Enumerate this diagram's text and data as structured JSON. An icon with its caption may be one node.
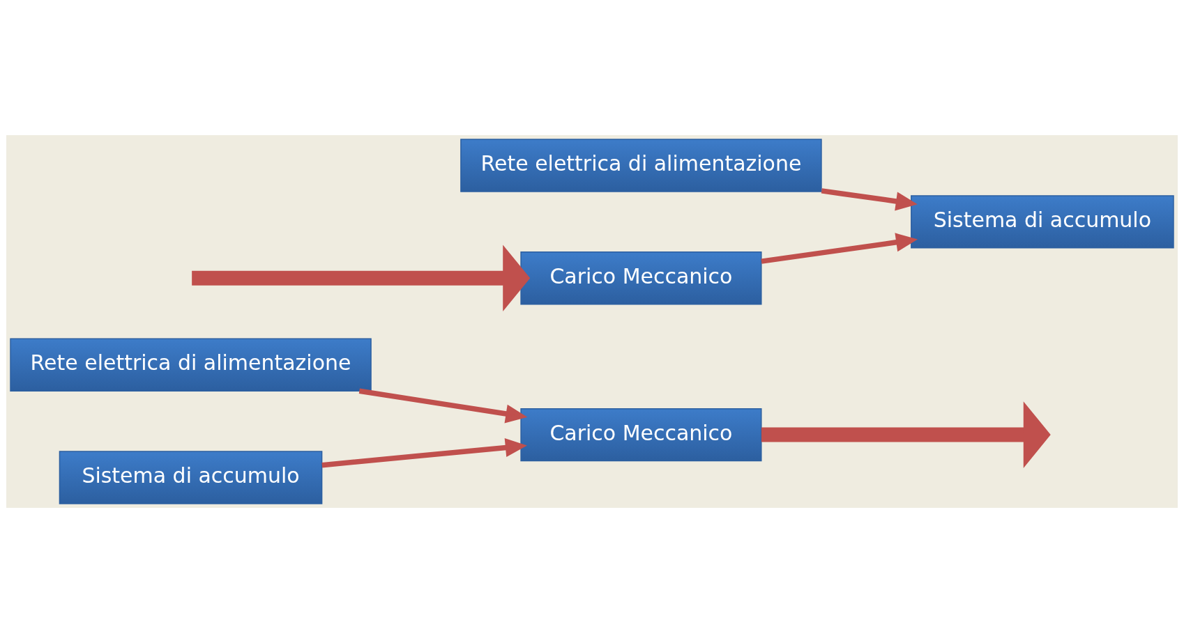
{
  "diagram": {
    "nodes": [
      {
        "text": [
          "Rete elettrica di alimentazione"
        ]
      },
      {
        "text": [
          "Carico Meccanico"
        ]
      },
      {
        "text": [
          "Sistema di accumulo"
        ]
      },
      {
        "text": [
          "Rete elettrica di alimentazione"
        ]
      },
      {
        "text": [
          "Carico Meccanico"
        ]
      },
      {
        "text": [
          "Sistema di accumulo"
        ]
      }
    ],
    "edges": [
      {
        "from": 0,
        "to": 1,
        "arrow": "to"
      },
      {
        "from": 2,
        "to": 1,
        "arrow": "to"
      },
      {
        "from": 1,
        "to": null,
        "arrow": "to",
        "style": "thick"
      },
      {
        "from": 3,
        "to": 5,
        "arrow": "to"
      },
      {
        "from": 4,
        "to": 5,
        "arrow": "to"
      },
      {
        "from": null,
        "to": 4,
        "arrow": "to",
        "style": "thick"
      }
    ]
  }
}
